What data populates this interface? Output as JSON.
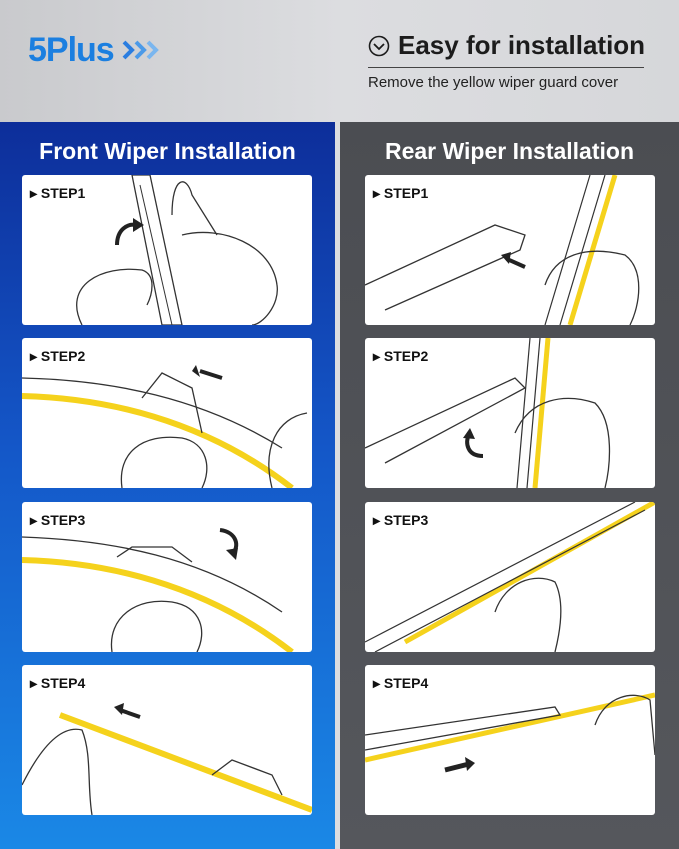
{
  "brand": {
    "name": "5Plus",
    "color": "#1b7fe0"
  },
  "tagline": {
    "title": "Easy for installation",
    "subtitle": "Remove the yellow wiper guard cover",
    "icon": "check-circle-icon"
  },
  "front": {
    "title": "Front Wiper Installation",
    "steps": [
      {
        "label": "STEP1"
      },
      {
        "label": "STEP2"
      },
      {
        "label": "STEP3"
      },
      {
        "label": "STEP4"
      }
    ]
  },
  "rear": {
    "title": "Rear Wiper Installation",
    "steps": [
      {
        "label": "STEP1"
      },
      {
        "label": "STEP2"
      },
      {
        "label": "STEP3"
      },
      {
        "label": "STEP4"
      }
    ]
  },
  "colors": {
    "front_panel": "#1457c8",
    "rear_panel": "#505257",
    "guard_yellow": "#f5d21c"
  }
}
